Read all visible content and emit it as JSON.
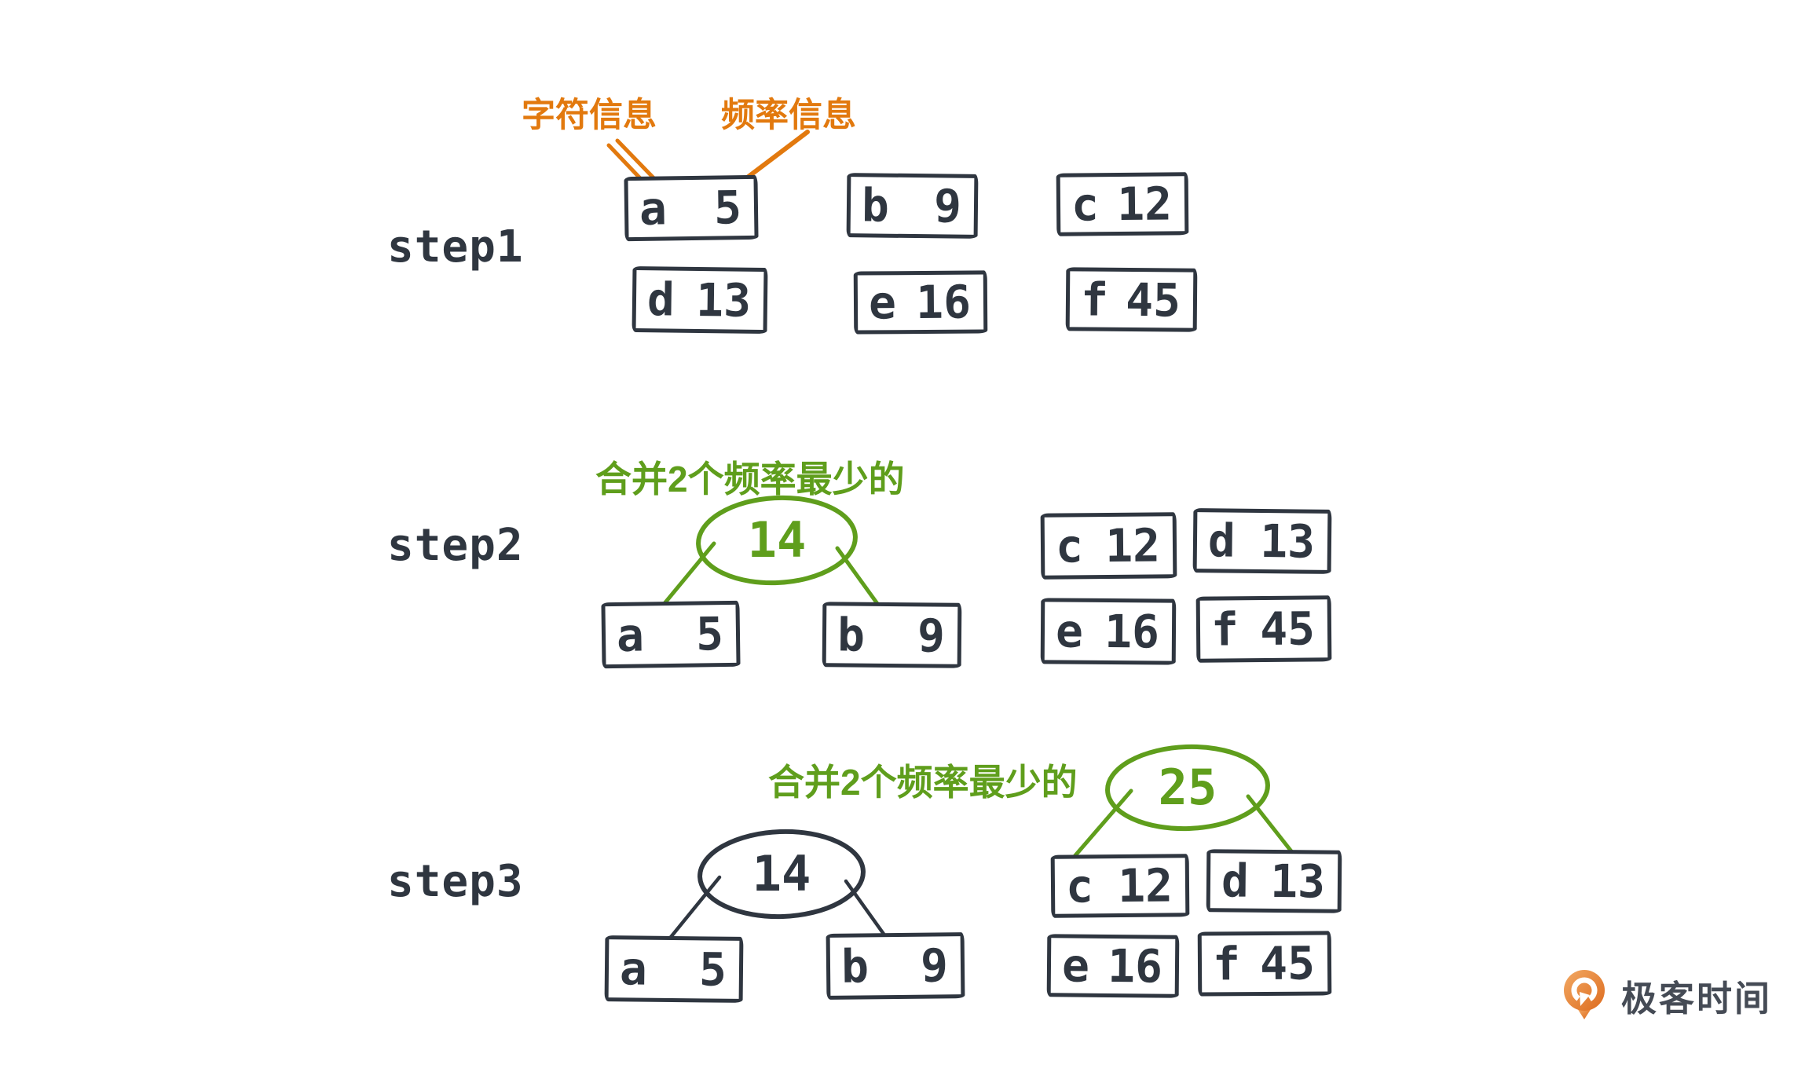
{
  "colors": {
    "ink": "#2f3640",
    "green": "#5f9e1c",
    "orange": "#e2790e",
    "background": "#ffffff",
    "logo_orange_light": "#f2a964",
    "logo_orange_dark": "#dd6b1e",
    "logo_text_color": "#454b55"
  },
  "annotations": {
    "char_label": "字符信息",
    "freq_label": "频率信息"
  },
  "step1": {
    "label": "step1",
    "boxes": [
      {
        "char": "a",
        "freq": "5"
      },
      {
        "char": "b",
        "freq": "9"
      },
      {
        "char": "c",
        "freq": "12"
      },
      {
        "char": "d",
        "freq": "13"
      },
      {
        "char": "e",
        "freq": "16"
      },
      {
        "char": "f",
        "freq": "45"
      }
    ]
  },
  "step2": {
    "label": "step2",
    "merge_label": "合并2个频率最少的",
    "merged_value": "14",
    "left": {
      "char": "a",
      "freq": "5"
    },
    "right": {
      "char": "b",
      "freq": "9"
    },
    "pool": [
      {
        "char": "c",
        "freq": "12"
      },
      {
        "char": "d",
        "freq": "13"
      },
      {
        "char": "e",
        "freq": "16"
      },
      {
        "char": "f",
        "freq": "45"
      }
    ]
  },
  "step3": {
    "label": "step3",
    "merge_label": "合并2个频率最少的",
    "tree14_value": "14",
    "tree14_left": {
      "char": "a",
      "freq": "5"
    },
    "tree14_right": {
      "char": "b",
      "freq": "9"
    },
    "merged_value": "25",
    "merged_left": {
      "char": "c",
      "freq": "12"
    },
    "merged_right": {
      "char": "d",
      "freq": "13"
    },
    "pool": [
      {
        "char": "e",
        "freq": "16"
      },
      {
        "char": "f",
        "freq": "45"
      }
    ]
  },
  "logo": {
    "text": "极客时间"
  }
}
